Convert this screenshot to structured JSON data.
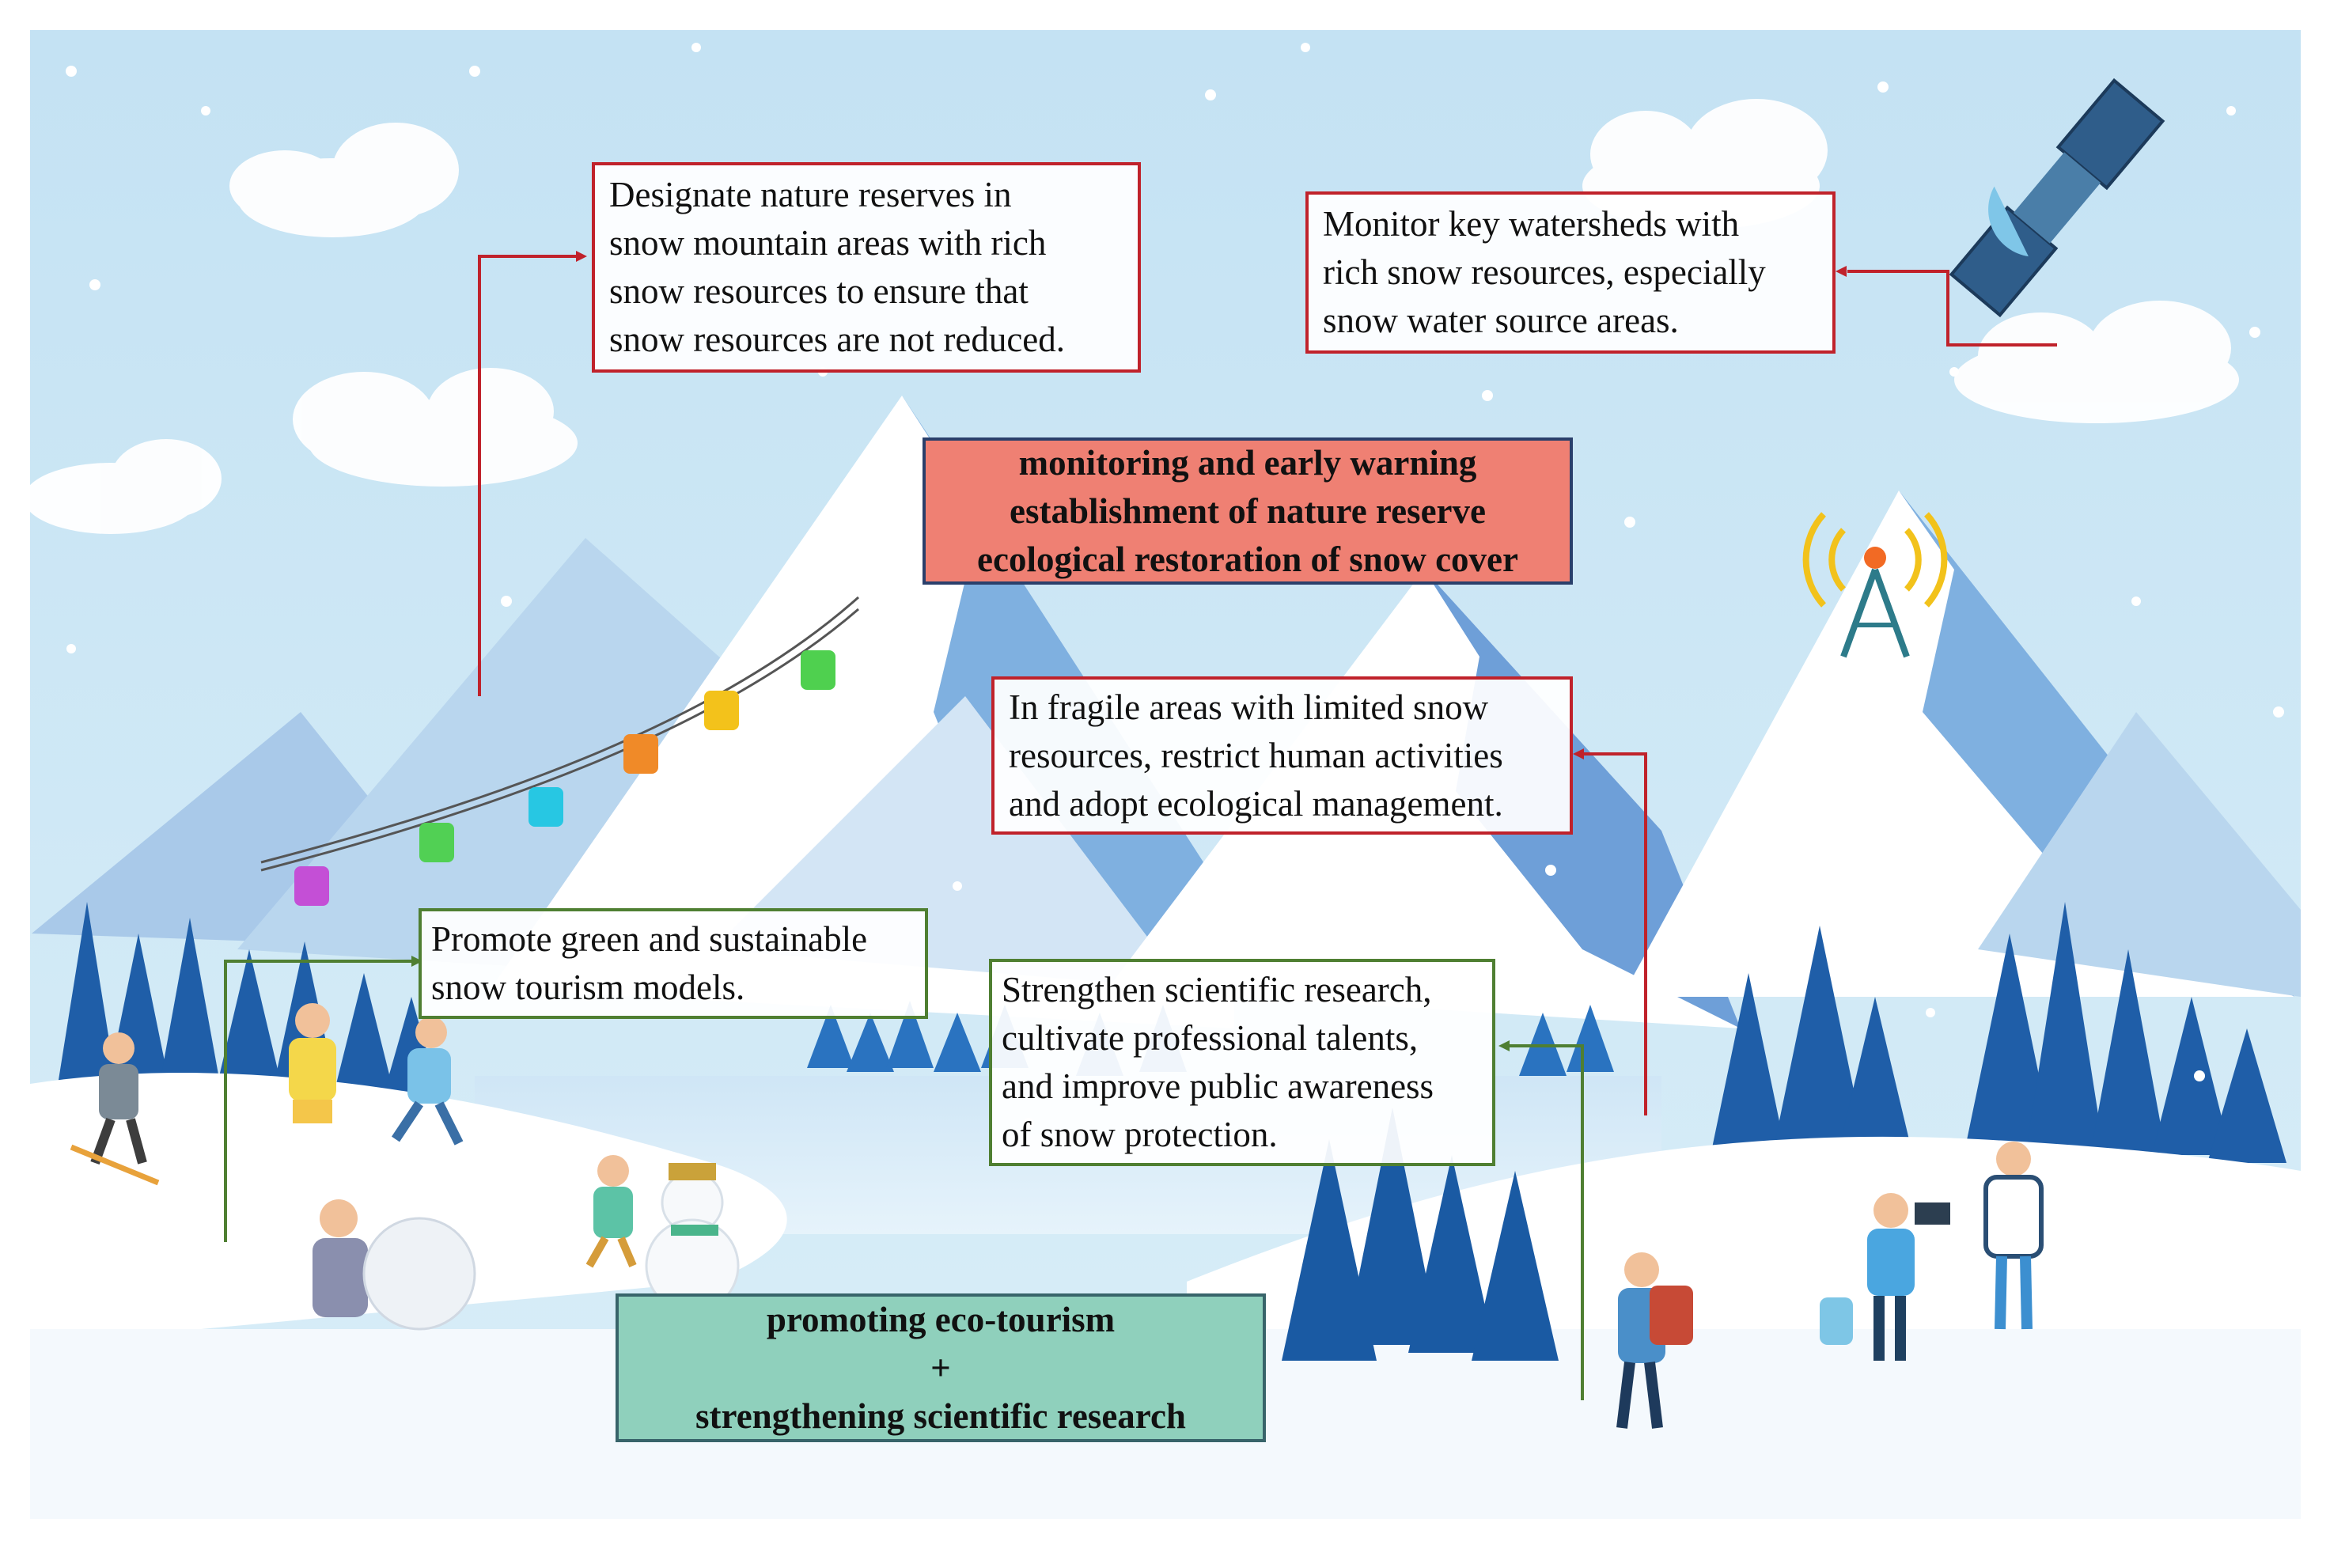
{
  "diagram": {
    "center_title": {
      "lines": [
        "monitoring and early warning",
        "establishment of nature reserve",
        "ecological restoration of snow cover"
      ]
    },
    "bottom_title": {
      "lines": [
        "promoting eco-tourism",
        "+",
        "strengthening scientific research"
      ]
    },
    "boxes": {
      "nature_reserve": {
        "lines": [
          "Designate nature reserves in",
          "snow mountain areas with rich",
          "snow resources to ensure that",
          "snow resources are not reduced."
        ]
      },
      "monitor_watersheds": {
        "lines": [
          "Monitor key watersheds with",
          "rich snow resources, especially",
          "snow water source areas."
        ]
      },
      "fragile_areas": {
        "lines": [
          "In fragile areas with limited snow",
          "resources, restrict human activities",
          "and adopt ecological management."
        ]
      },
      "green_tourism": {
        "lines": [
          "Promote green and sustainable",
          "snow tourism models."
        ]
      },
      "scientific_research": {
        "lines": [
          "Strengthen scientific research,",
          "cultivate professional talents,",
          "and improve public awareness",
          "of snow protection."
        ]
      }
    },
    "colors": {
      "sky": "#c6e3f3",
      "mountain_shadow": "#6e9fd8",
      "snow": "#ffffff",
      "tree": "#1f5ea8",
      "red_border": "#c0222b",
      "green_border": "#4f7f32",
      "center_fill": "#ef8073",
      "bottom_fill": "#8fd0bc"
    },
    "icons": [
      "satellite-icon",
      "signal-tower-icon",
      "cable-car-icon",
      "snowman-icon",
      "skier-icon",
      "hiker-icon",
      "camera-operator-icon",
      "pine-tree-icon",
      "cloud-icon"
    ]
  }
}
